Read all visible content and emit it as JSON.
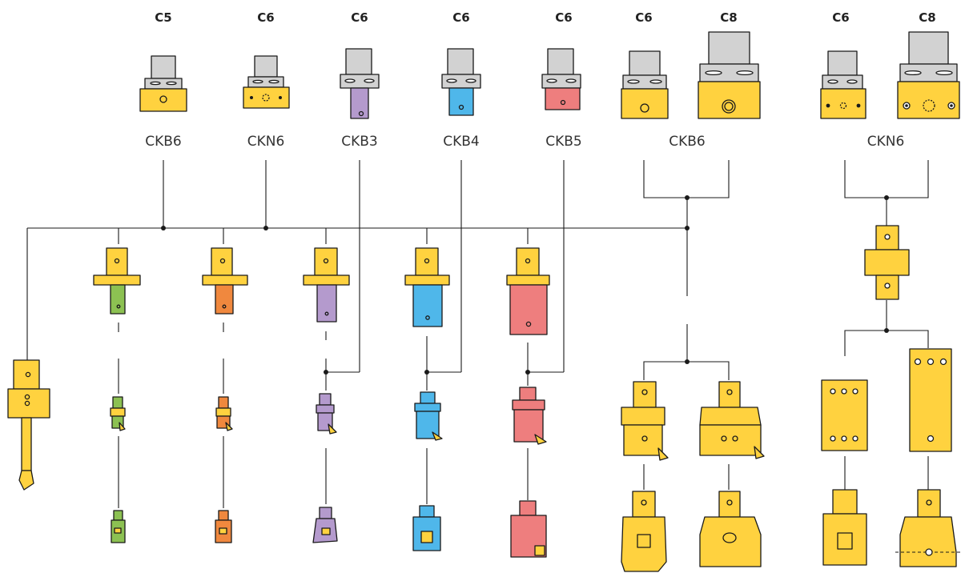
{
  "colors": {
    "yellow": "#FFD23F",
    "green": "#8CC152",
    "orange": "#F0883E",
    "purple": "#B49ACD",
    "blue": "#4FB7EA",
    "red": "#EE7E7E",
    "gray": "#D2D2D2",
    "outline": "#1A1A1A"
  },
  "holders": [
    {
      "size": "C5",
      "type": "CKB6",
      "color": "yellow",
      "icon": "ckb6-c5-holder-icon"
    },
    {
      "size": "C6",
      "type": "CKN6",
      "color": "yellow",
      "icon": "ckn6-c6-holder-icon"
    },
    {
      "size": "C6",
      "type": "CKB3",
      "color": "purple",
      "icon": "ckb3-c6-holder-icon"
    },
    {
      "size": "C6",
      "type": "CKB4",
      "color": "blue",
      "icon": "ckb4-c6-holder-icon"
    },
    {
      "size": "C6",
      "type": "CKB5",
      "color": "red",
      "icon": "ckb5-c6-holder-icon"
    },
    {
      "size": "C6",
      "type": "",
      "color": "yellow",
      "icon": "ckb6-c6-holder-icon"
    },
    {
      "size": "C8",
      "type": "",
      "color": "yellow",
      "icon": "ckb6-c8-holder-icon"
    },
    {
      "size": "C6",
      "type": "",
      "color": "yellow",
      "icon": "ckn6-c6-holder-icon"
    },
    {
      "size": "C8",
      "type": "",
      "color": "yellow",
      "icon": "ckn6-c8-holder-icon"
    }
  ],
  "group_labels": [
    "CKB6",
    "CKN6"
  ],
  "tool_columns": [
    {
      "name": "boring-bar",
      "color": "yellow",
      "icon": "boring-bar-icon"
    },
    {
      "name": "ckb1-chain",
      "color": "green",
      "icon": "reduction-adapter-icon"
    },
    {
      "name": "ckb2-chain",
      "color": "orange",
      "icon": "reduction-adapter-icon"
    },
    {
      "name": "ckb3-chain",
      "color": "purple",
      "icon": "reduction-adapter-icon"
    },
    {
      "name": "ckb4-chain",
      "color": "blue",
      "icon": "reduction-adapter-icon"
    },
    {
      "name": "ckb5-chain",
      "color": "red",
      "icon": "reduction-adapter-icon"
    },
    {
      "name": "ckb6-small-chain",
      "color": "yellow",
      "icon": "boring-head-icon"
    },
    {
      "name": "ckb6-large-chain",
      "color": "yellow",
      "icon": "boring-head-icon"
    },
    {
      "name": "ckn6-small-chain",
      "color": "yellow",
      "icon": "extension-icon"
    },
    {
      "name": "ckn6-large-chain",
      "color": "yellow",
      "icon": "extension-icon"
    }
  ]
}
